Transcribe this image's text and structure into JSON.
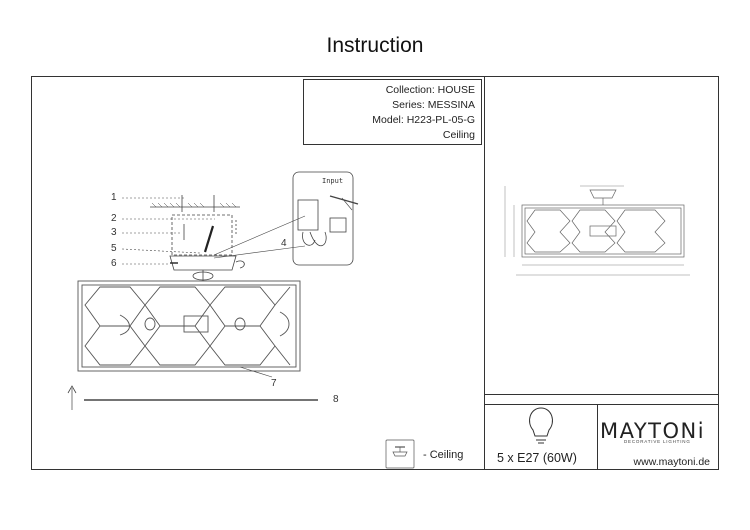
{
  "header": {
    "title": "Instruction"
  },
  "info": {
    "collection": "Collection: HOUSE",
    "series": "Series: MESSINA",
    "model": "Model: H223-PL-05-G",
    "type": "Ceiling"
  },
  "callouts": [
    "1",
    "2",
    "3",
    "5",
    "6",
    "4",
    "7",
    "8"
  ],
  "inset": {
    "label": "Input"
  },
  "mount": {
    "label": "- Ceiling"
  },
  "spec": {
    "bulb": "5 x E27 (60W)"
  },
  "brand": {
    "name": "MAYTONi",
    "tagline": "DECORATIVE LIGHTING",
    "url": "www.maytoni.de"
  }
}
